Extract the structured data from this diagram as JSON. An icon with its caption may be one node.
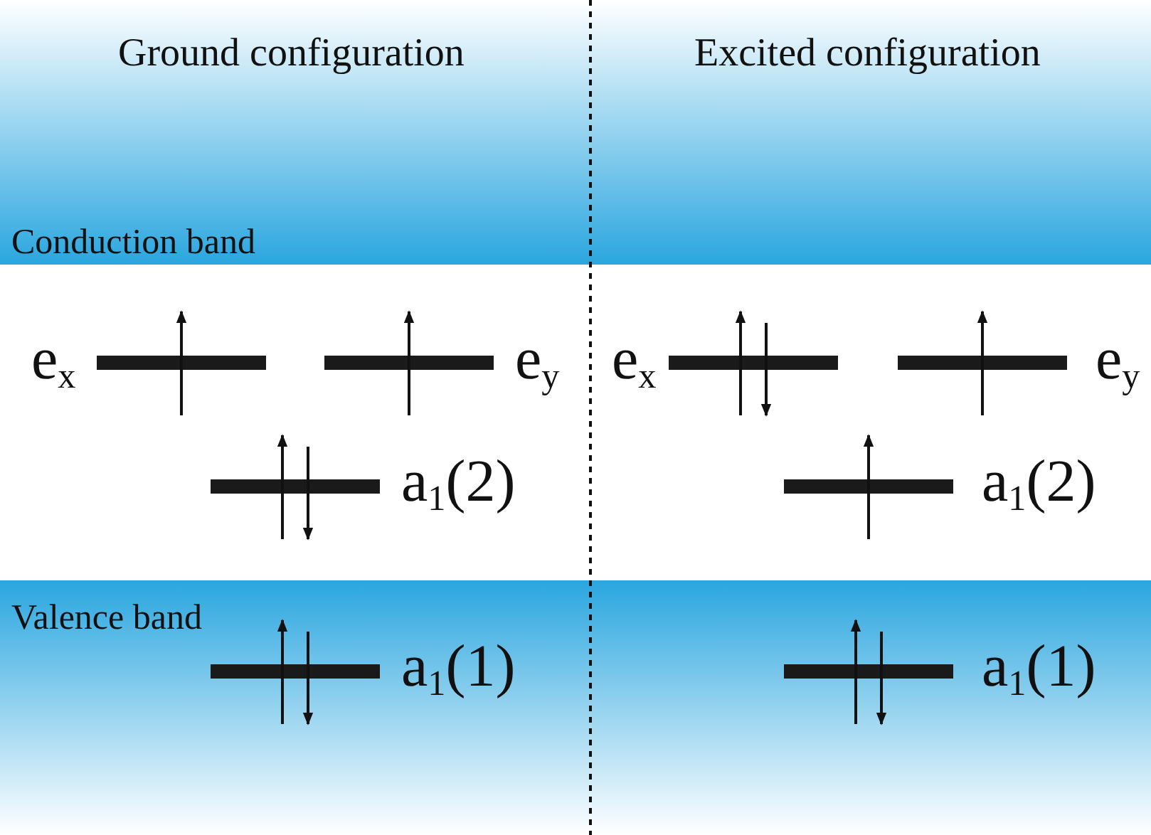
{
  "diagram": {
    "labels": [
      "Ground configuration",
      "Excited configuration",
      "Conduction band",
      "e$_{x}$",
      "e$_{y}$",
      "e$_{x}$",
      "e$_{y}$",
      "a$_{1}$(2)",
      "a$_{1}$(2)",
      "Valence band",
      "a$_{1}$(1)",
      "a$_{1}$(1)"
    ]
  }
}
